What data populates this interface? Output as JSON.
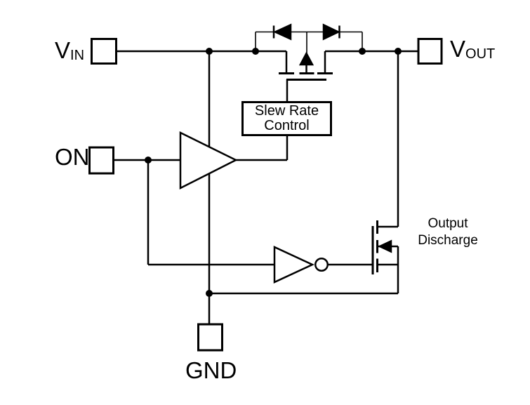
{
  "diagram": {
    "title": "load-switch functional block diagram",
    "background_color": "#ffffff",
    "line_color": "#000000",
    "pins": {
      "vin": {
        "main": "V",
        "sub": "IN"
      },
      "vout": {
        "main": "V",
        "sub": "OUT"
      },
      "on": {
        "label": "ON"
      },
      "gnd": {
        "label": "GND"
      }
    },
    "blocks": {
      "slew_rate_control": {
        "line1": "Slew Rate",
        "line2": "Control"
      }
    },
    "annotations": {
      "output_discharge": {
        "line1": "Output",
        "line2": "Discharge"
      }
    },
    "icons": [
      "pin-box-icon",
      "back-to-back-diodes-icon",
      "pass-fet-icon",
      "driver-amp-triangle-icon",
      "inverter-icon",
      "discharge-nmos-icon",
      "junction-dot-icon"
    ]
  }
}
